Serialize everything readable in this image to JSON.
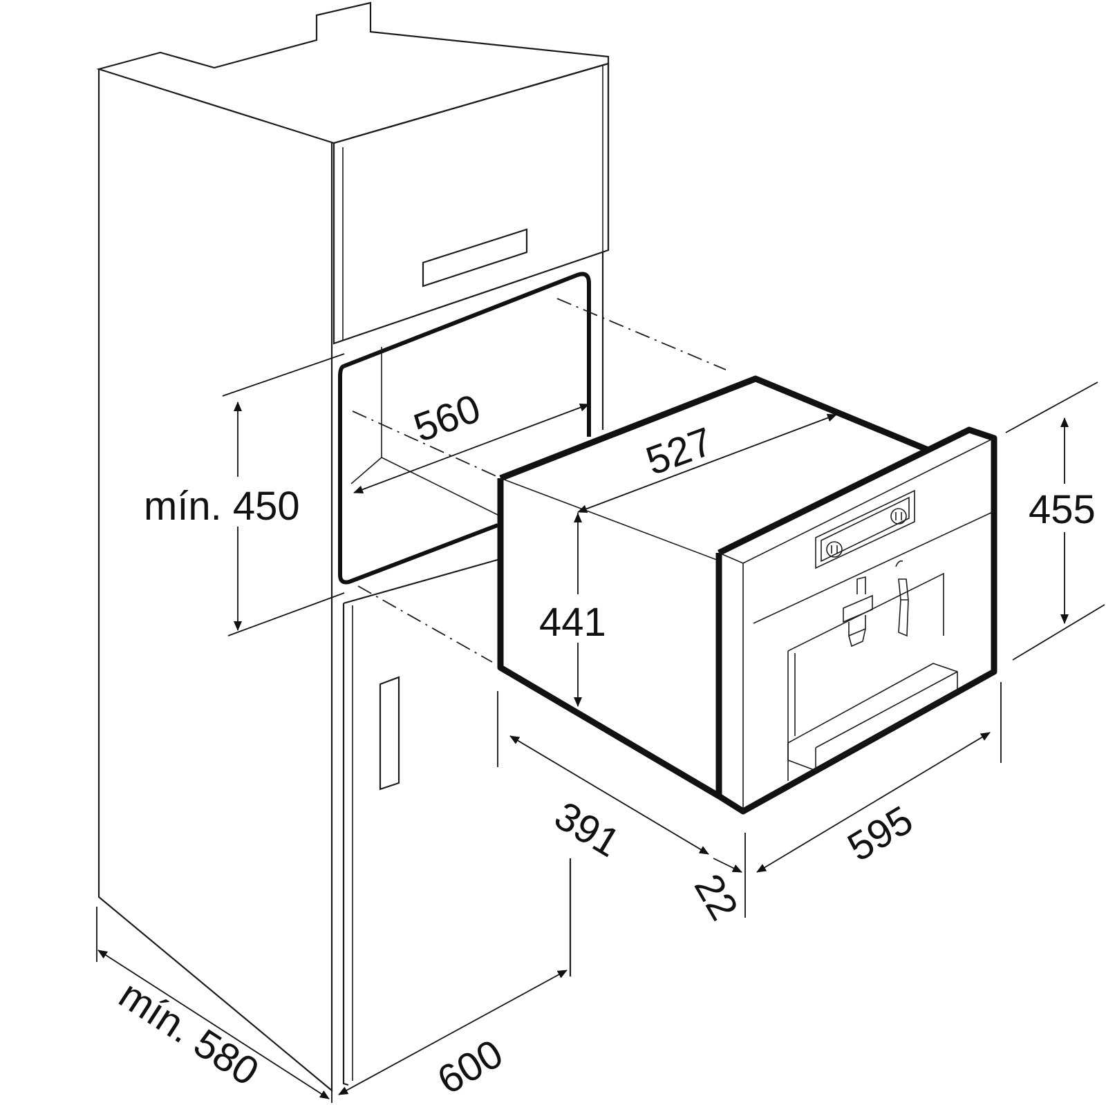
{
  "diagram": {
    "kind": "built-in coffee machine installation dimensions",
    "units": "mm",
    "dimensions": {
      "niche_width": "560",
      "niche_height_min": "mín. 450",
      "appliance_depth": "527",
      "appliance_body_height": "441",
      "appliance_front_height": "455",
      "appliance_side_depth": "391",
      "front_panel_thickness": "22",
      "appliance_width": "595",
      "cabinet_depth_min": "mín. 580",
      "cabinet_width": "600"
    },
    "colors": {
      "line": "#111111",
      "background": "#ffffff"
    }
  }
}
